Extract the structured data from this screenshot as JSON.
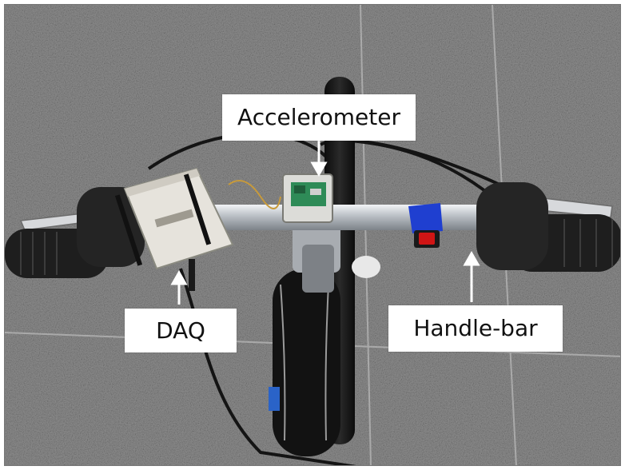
{
  "labels": {
    "accelerometer": "Accelerometer",
    "daq": "DAQ",
    "handlebar": "Handle-bar"
  },
  "colors": {
    "floor": "#8e8e8e",
    "handlebar": "#c9cdd2",
    "grip": "#1e1e1e",
    "tire": "#151515",
    "daq_box": "#e6e3dc",
    "accelerometer_box": "#dcdcd8",
    "sensor_board": "#2e8b57",
    "clamp": "#1f3fd0",
    "switch": "#d01515"
  }
}
